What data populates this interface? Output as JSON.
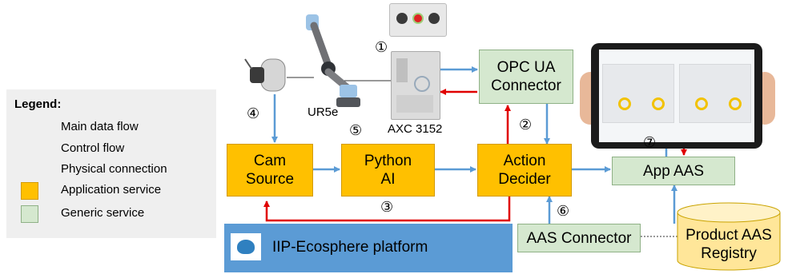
{
  "legend": {
    "title": "Legend:",
    "items": [
      {
        "label": "Main data flow",
        "kind": "blue-arrow"
      },
      {
        "label": "Control flow",
        "kind": "red-arrow"
      },
      {
        "label": "Physical connection",
        "kind": "black-line"
      },
      {
        "label": "Application service",
        "kind": "orange-box"
      },
      {
        "label": "Generic service",
        "kind": "green-box"
      }
    ]
  },
  "nodes": {
    "cam_source": {
      "line1": "Cam",
      "line2": "Source"
    },
    "python_ai": {
      "line1": "Python",
      "line2": "AI"
    },
    "action_decider": {
      "line1": "Action",
      "line2": "Decider"
    },
    "opc_ua": {
      "line1": "OPC UA",
      "line2": "Connector"
    },
    "app_aas": {
      "line1": "App AAS"
    },
    "aas_connector": {
      "line1": "AAS Connector"
    },
    "product_aas": {
      "line1": "Product AAS",
      "line2": "Registry"
    },
    "platform": {
      "label": "IIP-Ecosphere platform"
    }
  },
  "labels": {
    "ur5e": "UR5e",
    "axc": "AXC 3152"
  },
  "steps": [
    "①",
    "②",
    "③",
    "④",
    "⑤",
    "⑥",
    "⑦"
  ],
  "colors": {
    "application": "#ffc000",
    "generic": "#d5e8cf",
    "data_flow": "#5b9bd5",
    "control_flow": "#e00000",
    "platform": "#5b9bd5"
  }
}
